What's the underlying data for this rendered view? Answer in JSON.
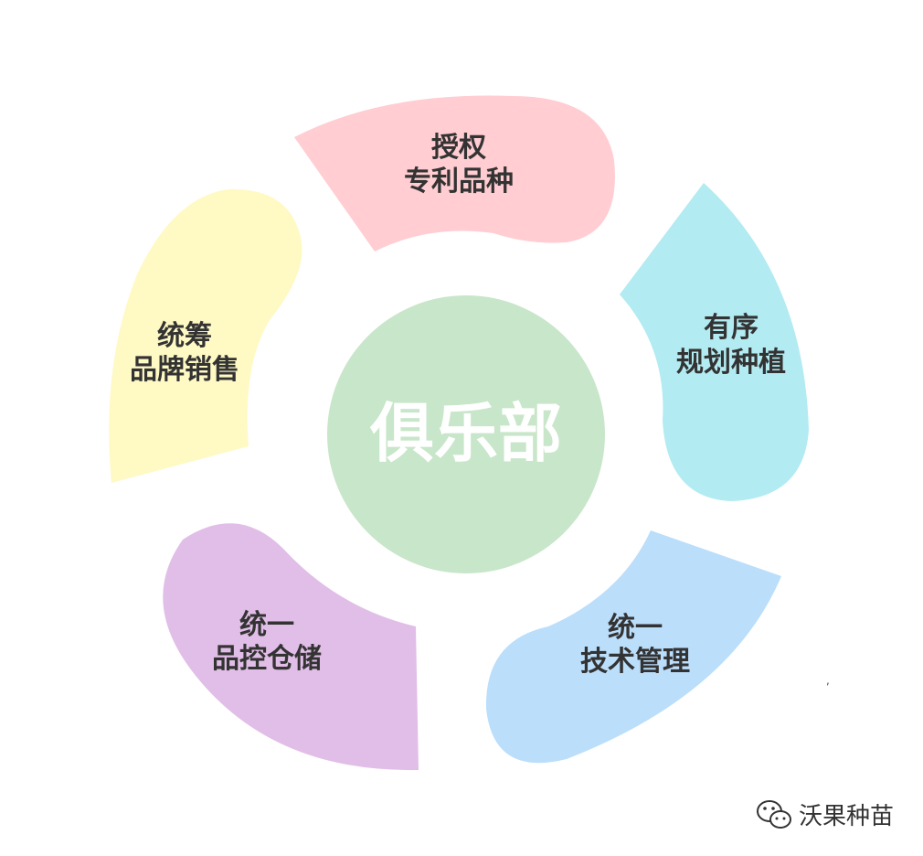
{
  "center": {
    "label": "俱乐部",
    "color": "#c8e6c9"
  },
  "segments": [
    {
      "id": "top",
      "line1": "授权",
      "line2": "专利品种",
      "color": "#ffcdd2"
    },
    {
      "id": "right",
      "line1": "有序",
      "line2": "规划种植",
      "color": "#b2ebf2"
    },
    {
      "id": "bottom-right",
      "line1": "统一",
      "line2": "技术管理",
      "color": "#bbdefb"
    },
    {
      "id": "bottom-left",
      "line1": "统一",
      "line2": "品控仓储",
      "color": "#e1bee7"
    },
    {
      "id": "left",
      "line1": "统筹",
      "line2": "品牌销售",
      "color": "#fff9c4"
    }
  ],
  "watermark": {
    "text": "沃果种苗",
    "icon": "wechat-icon"
  }
}
